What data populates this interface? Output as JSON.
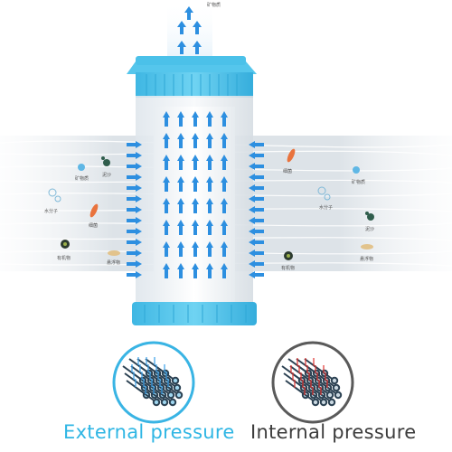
{
  "colors": {
    "accent": "#2fb6e4",
    "cap": "#4cc3ea",
    "arrow": "#2d8fe0",
    "internal_text": "#3c3c3c",
    "internal_arrow": "#e0332f"
  },
  "top_label": "矿物质",
  "left_labels": {
    "mineral": "矿物质",
    "sand": "泥沙",
    "water_molecule": "水分子",
    "bacteria": "细菌",
    "organic": "有机物",
    "suspended": "悬浮物"
  },
  "right_labels": {
    "mineral": "矿物质",
    "bacteria": "细菌",
    "water_molecule": "水分子",
    "sand": "泥沙",
    "organic": "有机物",
    "suspended": "悬浮物"
  },
  "captions": {
    "external": "External pressure",
    "internal": "Internal pressure"
  },
  "icons": [
    "water-flow-icon",
    "filter-cartridge-icon",
    "mineral-icon",
    "sand-icon",
    "water-molecule-icon",
    "bacteria-icon",
    "organic-matter-icon",
    "suspended-matter-icon",
    "external-pressure-icon",
    "internal-pressure-icon"
  ]
}
